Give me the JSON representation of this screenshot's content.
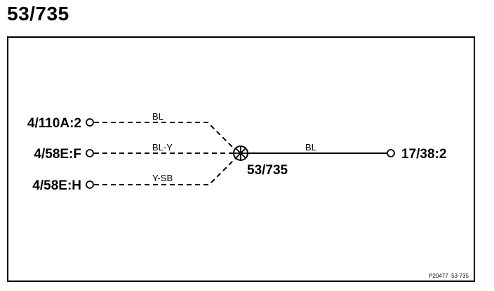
{
  "title": "53/735",
  "diagram": {
    "splice_label": "53/735",
    "reference": "P20477  53-735",
    "left_connectors": [
      {
        "label": "4/110A:2",
        "wire": "BL"
      },
      {
        "label": "4/58E:F",
        "wire": "BL-Y"
      },
      {
        "label": "4/58E:H",
        "wire": "Y-SB"
      }
    ],
    "right_connector": {
      "label": "17/38:2",
      "wire": "BL"
    }
  }
}
